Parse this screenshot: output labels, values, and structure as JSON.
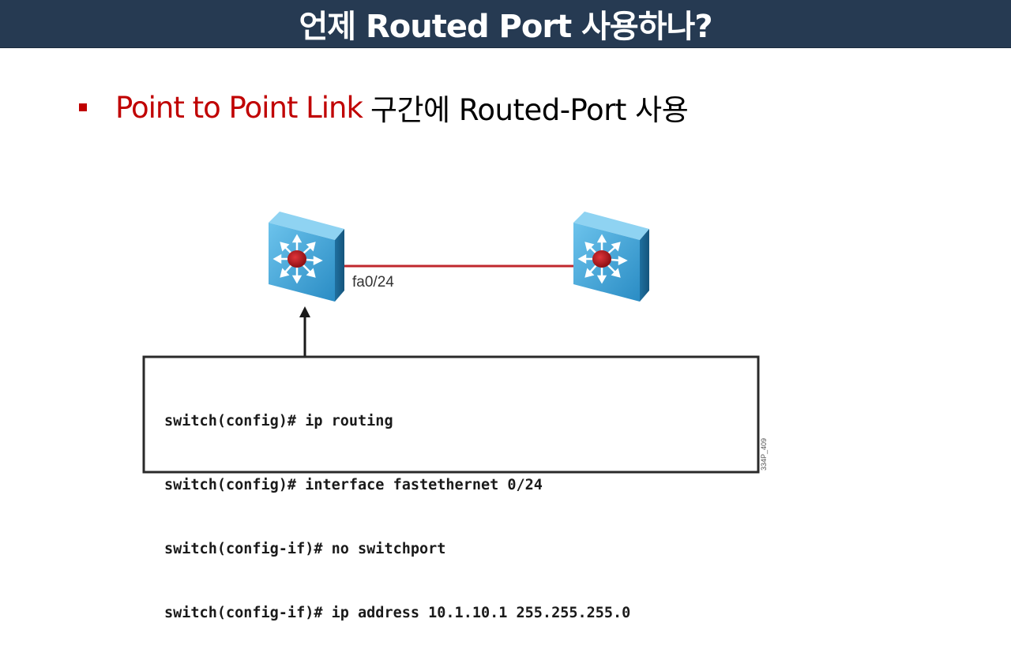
{
  "slide": {
    "title": "언제 Routed Port 사용하나?",
    "bullet": {
      "highlight": "Point to Point Link",
      "text": "구간에  Routed-Port 사용"
    }
  },
  "diagram": {
    "port_label": "fa0/24",
    "cli_lines": [
      "switch(config)# ip routing",
      "switch(config)# interface fastethernet 0/24",
      "switch(config-if)# no switchport",
      "switch(config-if)# ip address 10.1.10.1 255.255.255.0"
    ],
    "figure_id": "334P_409",
    "icons": {
      "left_switch": "layer3-switch-icon",
      "right_switch": "layer3-switch-icon"
    },
    "colors": {
      "title_bar": "#263a52",
      "highlight": "#c00000",
      "link": "#c0282d",
      "switch_blue": "#3aa0d6"
    }
  }
}
